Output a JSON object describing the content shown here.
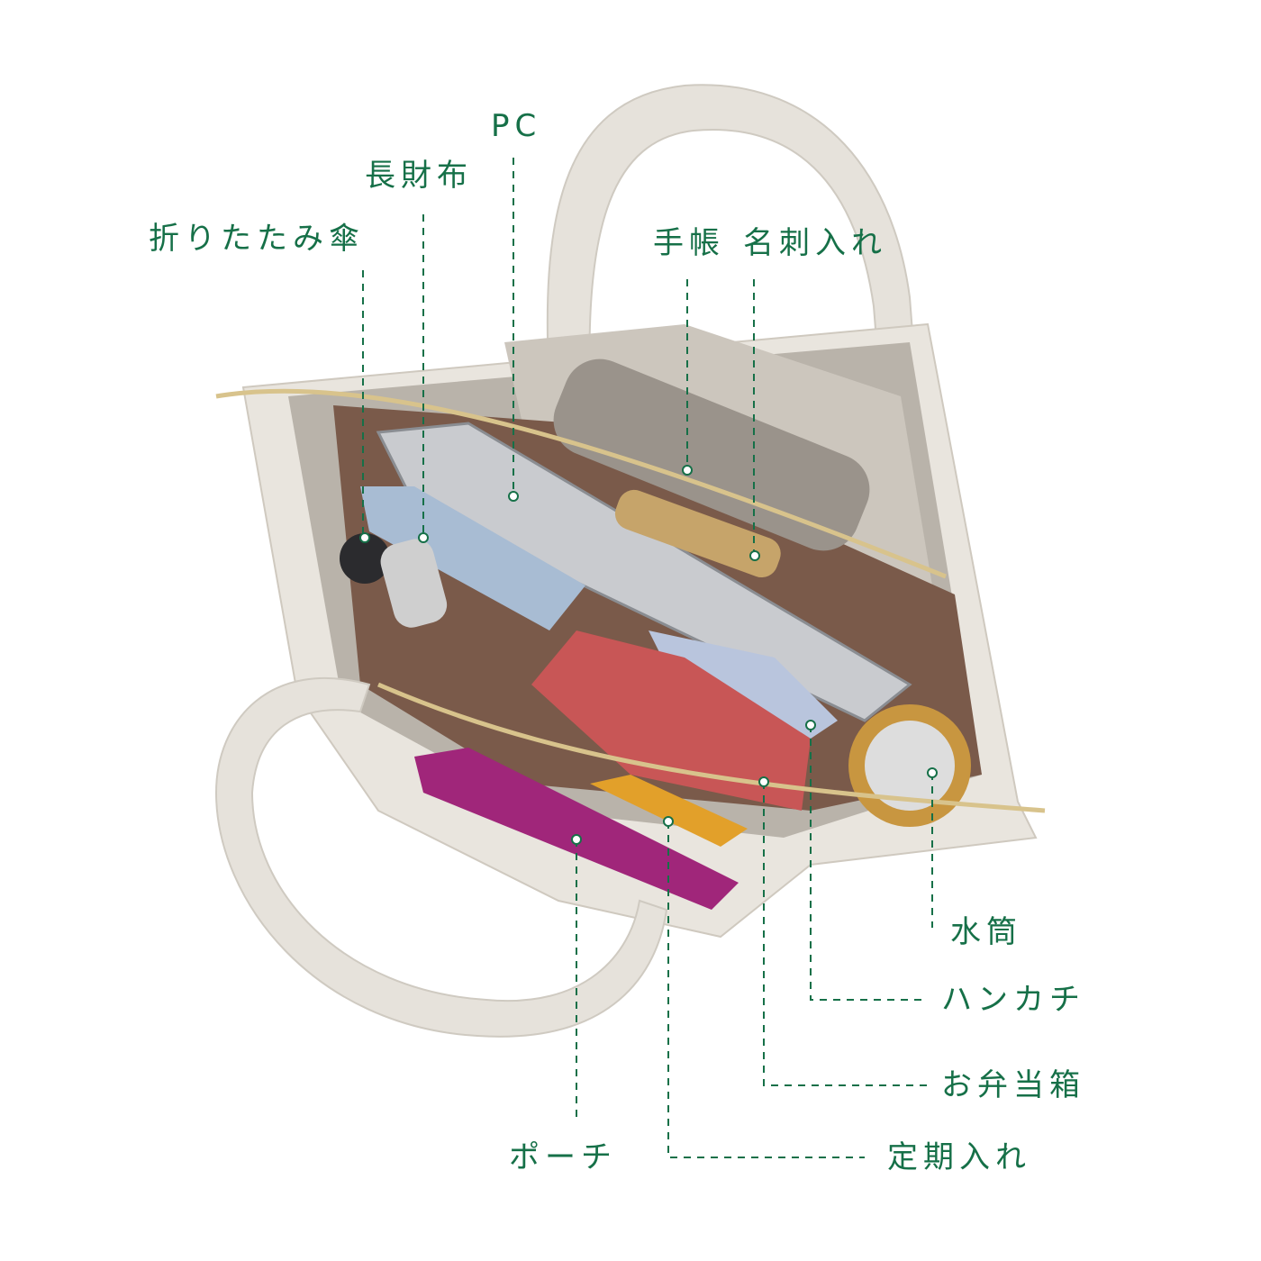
{
  "accent_color": "#167048",
  "labels": {
    "pc": "PC",
    "long_wallet": "長財布",
    "folding_umbrella": "折りたたみ傘",
    "planner": "手帳",
    "card_case": "名刺入れ",
    "water_bottle": "水筒",
    "handkerchief": "ハンカチ",
    "lunch_box": "お弁当箱",
    "pouch": "ポーチ",
    "pass_case": "定期入れ"
  }
}
